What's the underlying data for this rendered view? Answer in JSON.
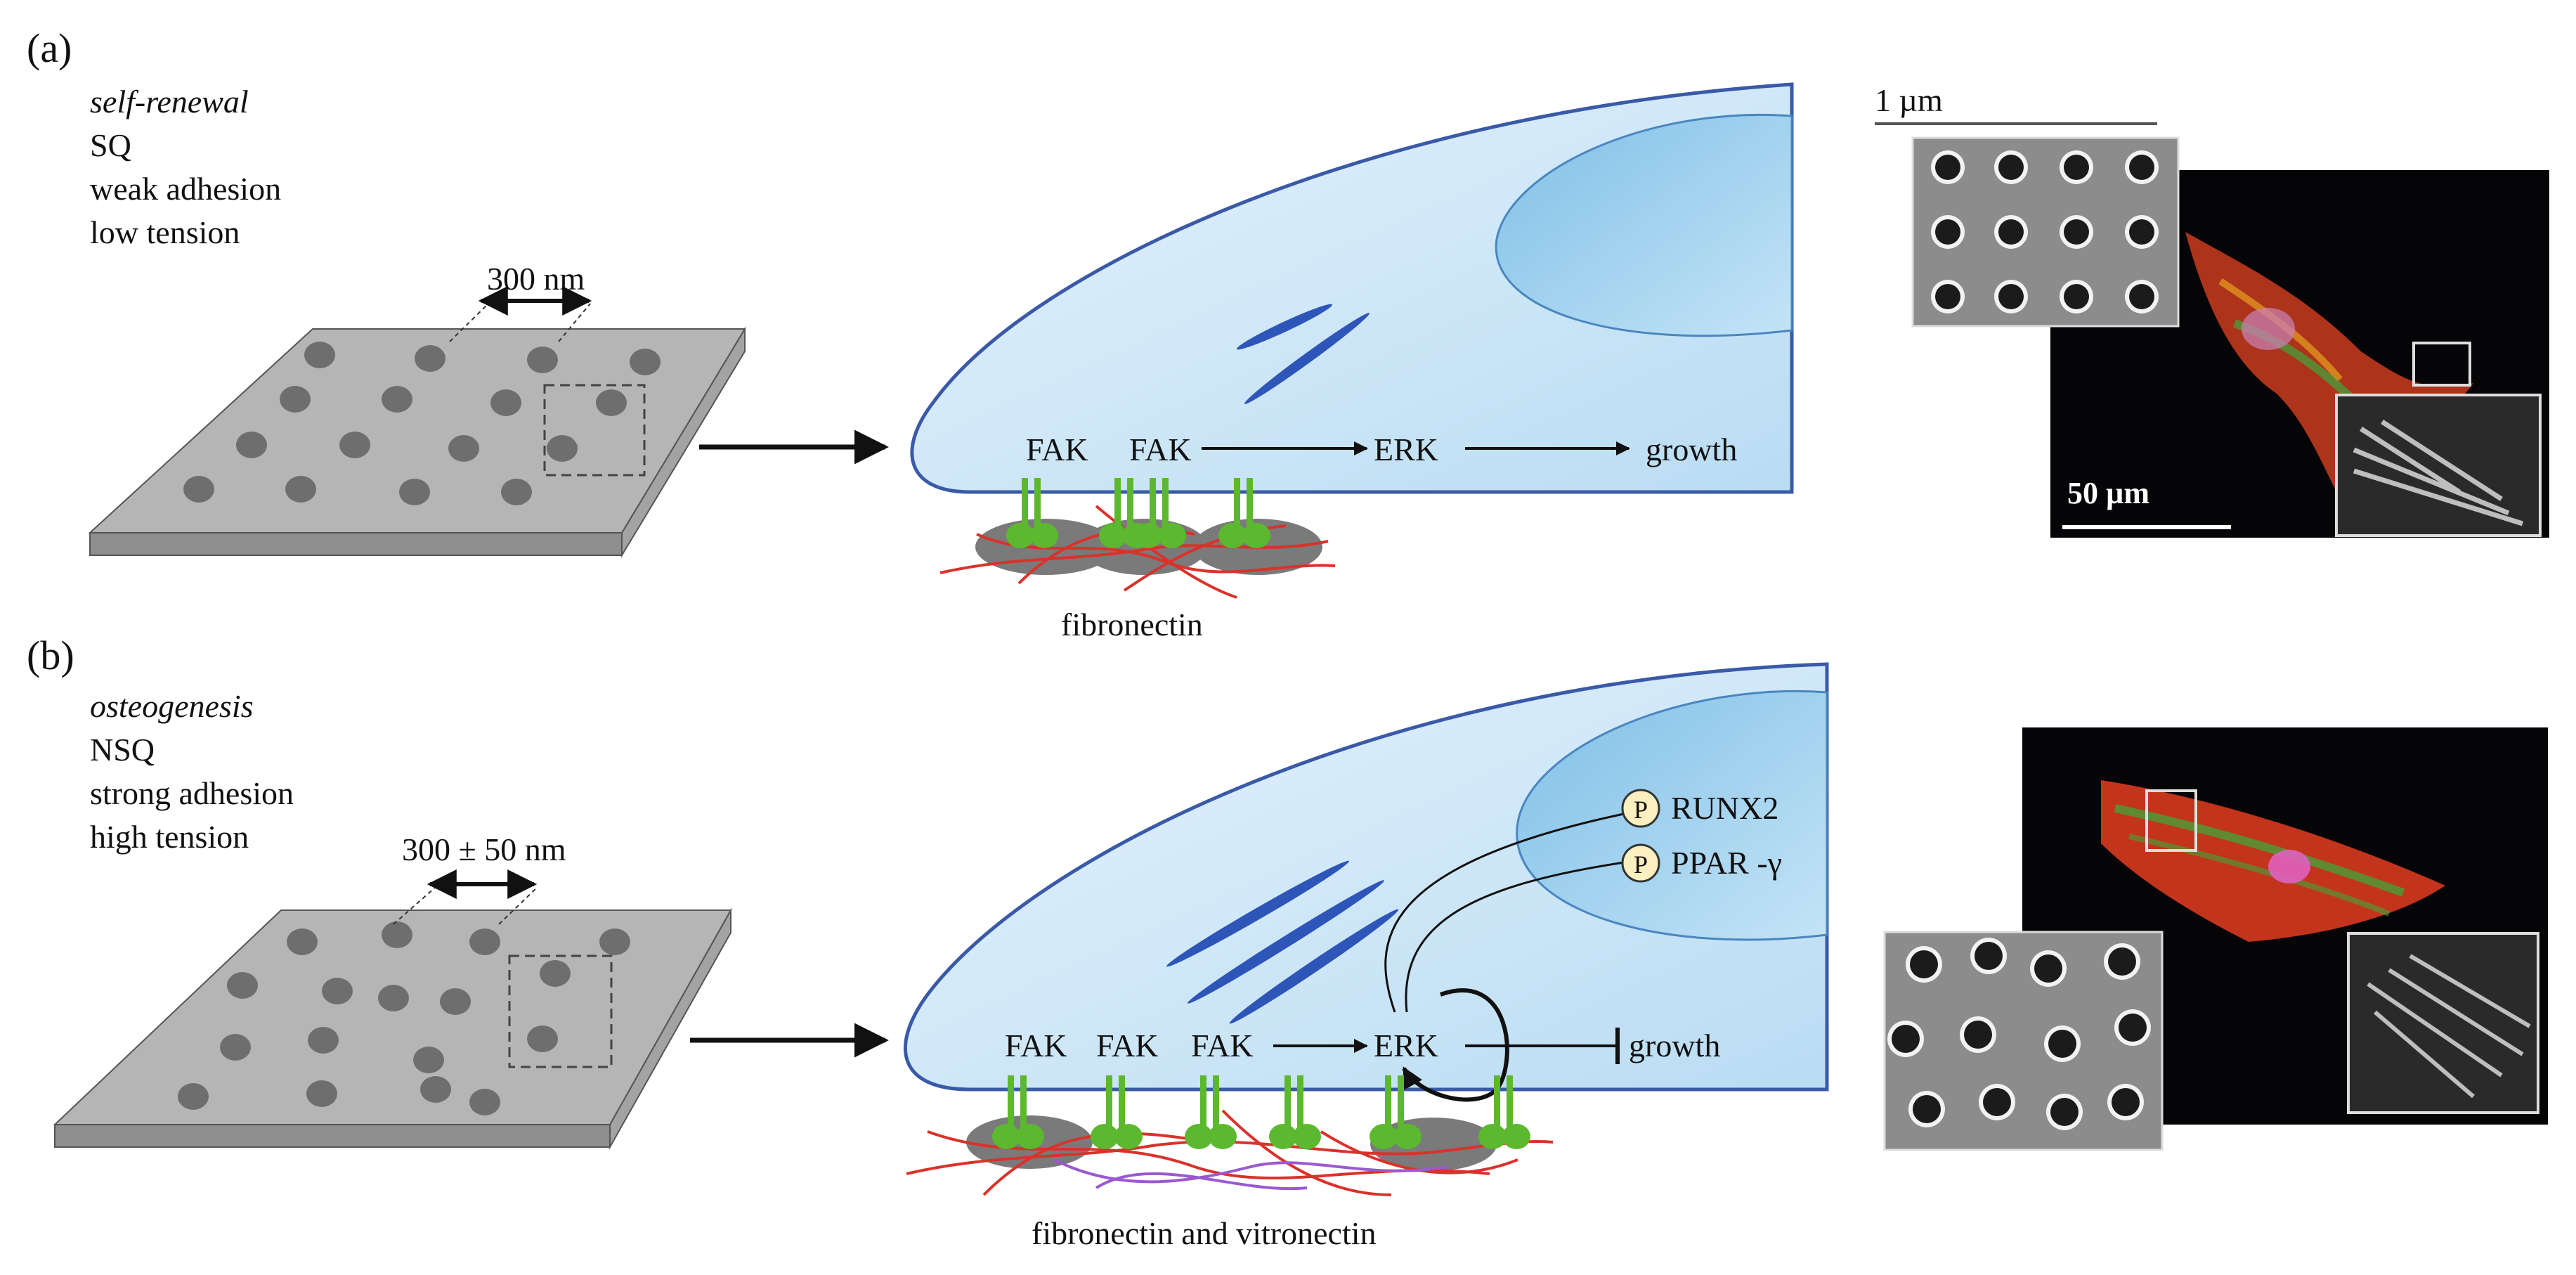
{
  "panel_a": {
    "letter": "(a)",
    "conditions": [
      "self-renewal",
      "SQ",
      "weak adhesion",
      "low tension"
    ],
    "spacing_label": "300 nm",
    "pathway": {
      "fak1": "FAK",
      "fak2": "FAK",
      "erk": "ERK",
      "outcome": "growth"
    },
    "ecm_label": "fibronectin",
    "sem_scale": "1 µm",
    "fluor_scale": "50 µm"
  },
  "panel_b": {
    "letter": "(b)",
    "conditions": [
      "osteogenesis",
      "NSQ",
      "strong adhesion",
      "high tension"
    ],
    "spacing_label": "300 ± 50 nm",
    "pathway": {
      "fak1": "FAK",
      "fak2": "FAK",
      "fak3": "FAK",
      "erk": "ERK",
      "outcome": "growth"
    },
    "phospho_symbol": "P",
    "targets": [
      "RUNX2",
      "PPAR -γ"
    ],
    "ecm_label": "fibronectin and vitronectin"
  },
  "colors": {
    "substrate_top": "#b3b3b3",
    "substrate_side": "#9a9a9a",
    "dot": "#6e6e6e",
    "cell_fill": "#cfe6f7",
    "cell_edge": "#3a5aa8",
    "nucleus": "#9fd0ee",
    "integrin": "#5cb82e",
    "fibronectin": "#d9322b",
    "vitronectin": "#9b59d0",
    "actin": "#2e55b8"
  }
}
